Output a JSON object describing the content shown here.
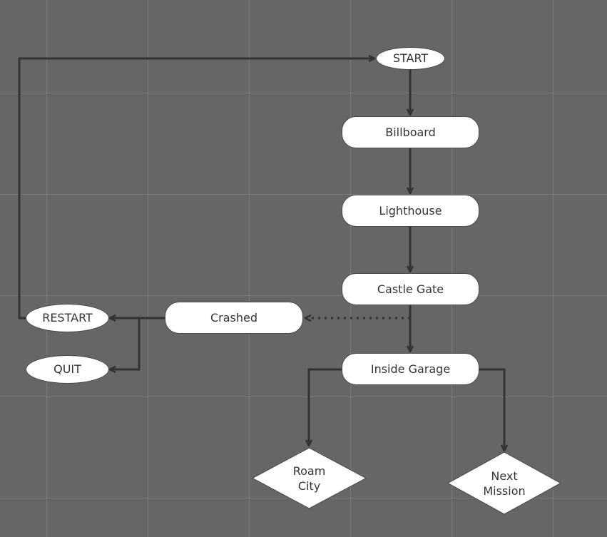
{
  "diagram": {
    "nodes": {
      "start": "START",
      "billboard": "Billboard",
      "lighthouse": "Lighthouse",
      "castle_gate": "Castle Gate",
      "crashed": "Crashed",
      "restart": "RESTART",
      "quit": "QUIT",
      "inside_garage": "Inside Garage",
      "roam_city": "Roam\nCity",
      "next_mission": "Next\nMission"
    },
    "colors": {
      "background": "#666666",
      "node_fill": "#ffffff",
      "edge": "#333333",
      "text": "#333333"
    }
  }
}
